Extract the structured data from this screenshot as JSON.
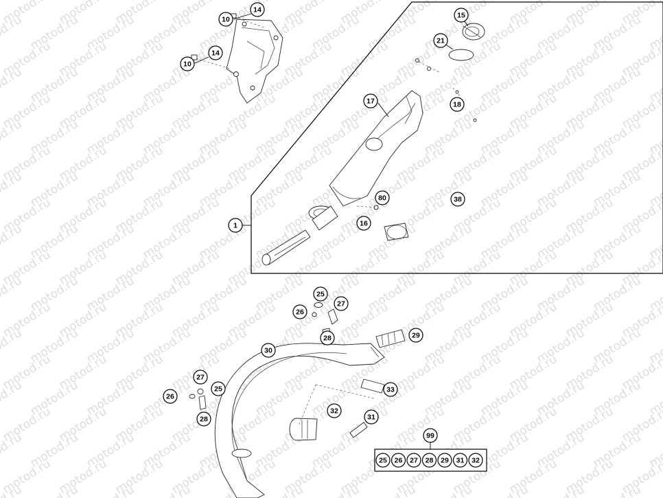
{
  "watermark": "motod.ru",
  "colors": {
    "line": "#000000",
    "watermark": "#dcdcdc",
    "background": "#ffffff"
  },
  "callouts": {
    "c10a": "10",
    "c14a": "14",
    "c10b": "10",
    "c14b": "14",
    "c15": "15",
    "c21": "21",
    "c17": "17",
    "c18": "18",
    "c80": "80",
    "c38": "38",
    "c16": "16",
    "c1": "1",
    "c25a": "25",
    "c27a": "27",
    "c26a": "26",
    "c28a": "28",
    "c29": "29",
    "c30": "30",
    "c27b": "27",
    "c25b": "25",
    "c26b": "26",
    "c28b": "28",
    "c33": "33",
    "c32": "32",
    "c31": "31",
    "c99": "99"
  },
  "kit": {
    "label": "99",
    "items": [
      "25",
      "26",
      "27",
      "28",
      "29",
      "31",
      "32"
    ]
  }
}
